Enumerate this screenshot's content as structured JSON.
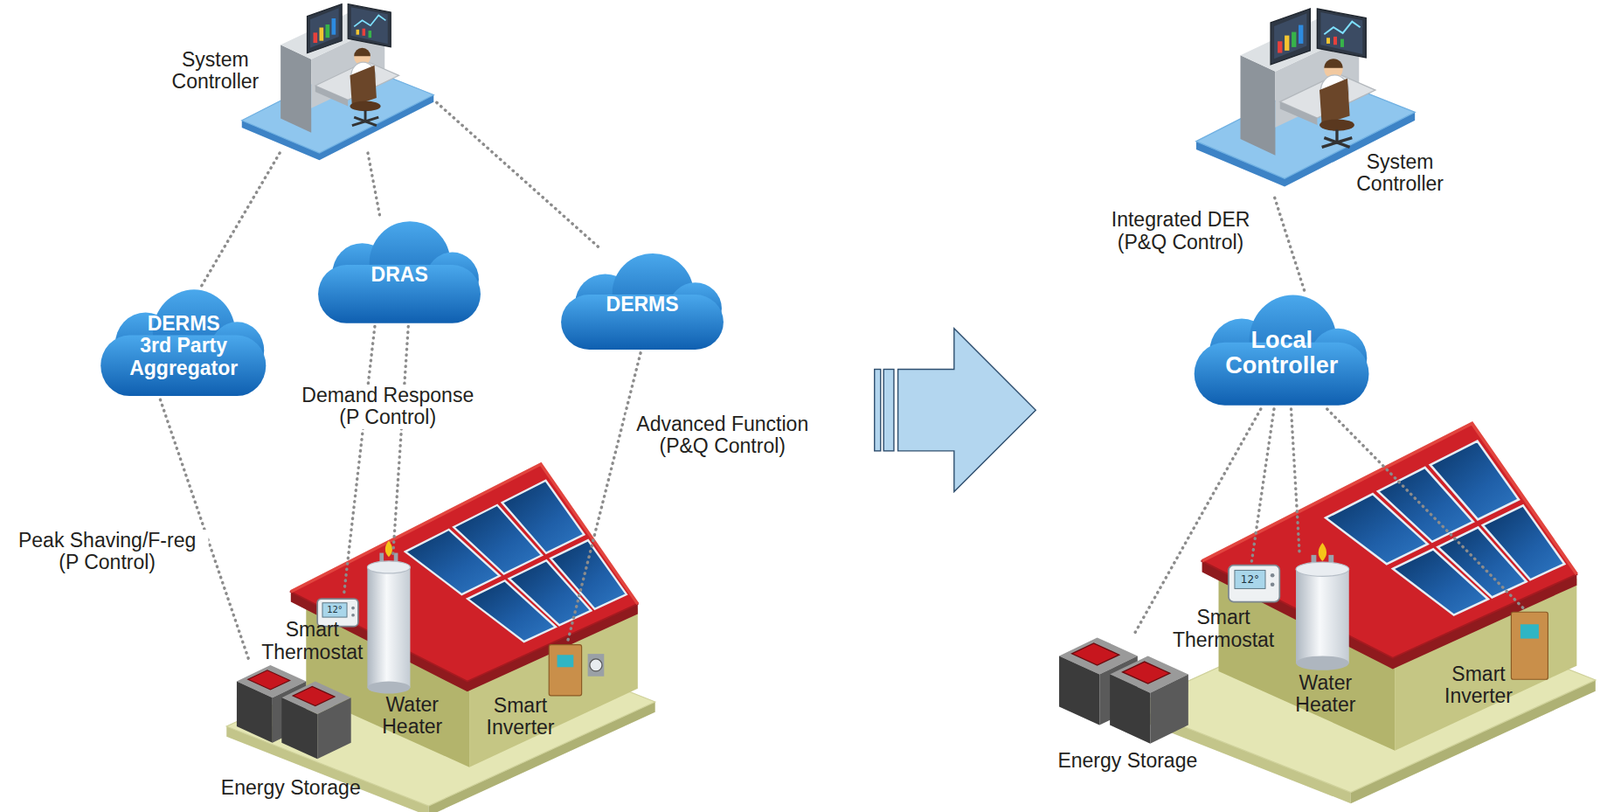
{
  "diagram": {
    "nodes": [
      {
        "text": [
          "System Controller"
        ]
      },
      {
        "text": [
          "DERMS 3rd Party Aggregator"
        ]
      },
      {
        "text": [
          "DRAS"
        ]
      },
      {
        "text": [
          "DERMS"
        ]
      },
      {
        "text": [
          "Smart Thermostat"
        ]
      },
      {
        "text": [
          "Water Heater"
        ]
      },
      {
        "text": [
          "Smart Inverter"
        ]
      },
      {
        "text": [
          "Energy Storage"
        ]
      },
      {
        "text": [
          "System Controller"
        ]
      },
      {
        "text": [
          "Local Controller"
        ]
      },
      {
        "text": [
          "Smart Thermostat"
        ]
      },
      {
        "text": [
          "Water Heater"
        ]
      },
      {
        "text": [
          "Smart Inverter"
        ]
      },
      {
        "text": [
          "Energy Storage"
        ]
      }
    ],
    "edges": [
      {
        "from": 0,
        "to": 1,
        "arrow": "none"
      },
      {
        "from": 0,
        "to": 2,
        "arrow": "none"
      },
      {
        "from": 0,
        "to": 3,
        "arrow": "none"
      },
      {
        "from": 1,
        "to": 7,
        "label": "Peak Shaving/F-reg (P Control)",
        "arrow": "none"
      },
      {
        "from": 2,
        "to": 4,
        "label": "Demand Response (P Control)",
        "arrow": "none"
      },
      {
        "from": 2,
        "to": 5,
        "arrow": "none"
      },
      {
        "from": 3,
        "to": 6,
        "label": "Advanced Function (P&Q Control)",
        "arrow": "none"
      },
      {
        "from": 8,
        "to": 9,
        "label": "Integrated DER (P&Q Control)",
        "arrow": "none"
      },
      {
        "from": 9,
        "to": 13,
        "arrow": "none"
      },
      {
        "from": 9,
        "to": 10,
        "arrow": "none"
      },
      {
        "from": 9,
        "to": 11,
        "arrow": "none"
      },
      {
        "from": 9,
        "to": 12,
        "arrow": "none"
      }
    ],
    "labels": [
      "12°",
      "12°"
    ]
  }
}
